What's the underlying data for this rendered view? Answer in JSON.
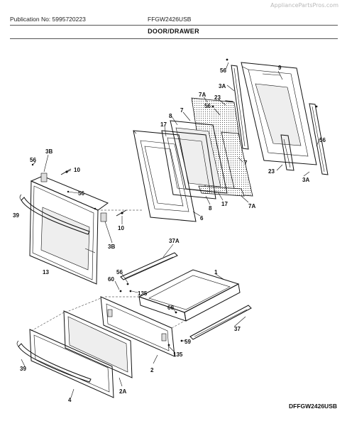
{
  "watermark": "AppliancePartsPros.com",
  "header": {
    "publication": "Publication No: 5995720223",
    "model": "FFGW2426USB",
    "section": "DOOR/DRAWER"
  },
  "footer": {
    "code": "DFFGW2426USB"
  },
  "callouts": [
    {
      "id": "c-56-top",
      "label": "56"
    },
    {
      "id": "c-9",
      "label": "9"
    },
    {
      "id": "c-3a-top",
      "label": "3A"
    },
    {
      "id": "c-7a-top",
      "label": "7A"
    },
    {
      "id": "c-23-top",
      "label": "23"
    },
    {
      "id": "c-56-mid",
      "label": "56"
    },
    {
      "id": "c-7-left",
      "label": "7"
    },
    {
      "id": "c-8-top",
      "label": "8"
    },
    {
      "id": "c-17-top",
      "label": "17"
    },
    {
      "id": "c-7-right",
      "label": "7"
    },
    {
      "id": "c-56-right",
      "label": "56"
    },
    {
      "id": "c-23-bot",
      "label": "23"
    },
    {
      "id": "c-3a-bot",
      "label": "3A"
    },
    {
      "id": "c-8-bot",
      "label": "8"
    },
    {
      "id": "c-17-bot",
      "label": "17"
    },
    {
      "id": "c-7a-bot",
      "label": "7A"
    },
    {
      "id": "c-6",
      "label": "6"
    },
    {
      "id": "c-3b-top",
      "label": "3B"
    },
    {
      "id": "c-56-left",
      "label": "56"
    },
    {
      "id": "c-10-top",
      "label": "10"
    },
    {
      "id": "c-56-door",
      "label": "56"
    },
    {
      "id": "c-39-door",
      "label": "39"
    },
    {
      "id": "c-10-bot",
      "label": "10"
    },
    {
      "id": "c-3b-bot",
      "label": "3B"
    },
    {
      "id": "c-13",
      "label": "13"
    },
    {
      "id": "c-37a",
      "label": "37A"
    },
    {
      "id": "c-1",
      "label": "1"
    },
    {
      "id": "c-56-drawer",
      "label": "56"
    },
    {
      "id": "c-60-left",
      "label": "60"
    },
    {
      "id": "c-135-top",
      "label": "135"
    },
    {
      "id": "c-60-right",
      "label": "60"
    },
    {
      "id": "c-37",
      "label": "37"
    },
    {
      "id": "c-59",
      "label": "59"
    },
    {
      "id": "c-135-bot",
      "label": "135"
    },
    {
      "id": "c-2",
      "label": "2"
    },
    {
      "id": "c-39-drawer",
      "label": "39"
    },
    {
      "id": "c-2a",
      "label": "2A"
    },
    {
      "id": "c-4",
      "label": "4"
    }
  ]
}
